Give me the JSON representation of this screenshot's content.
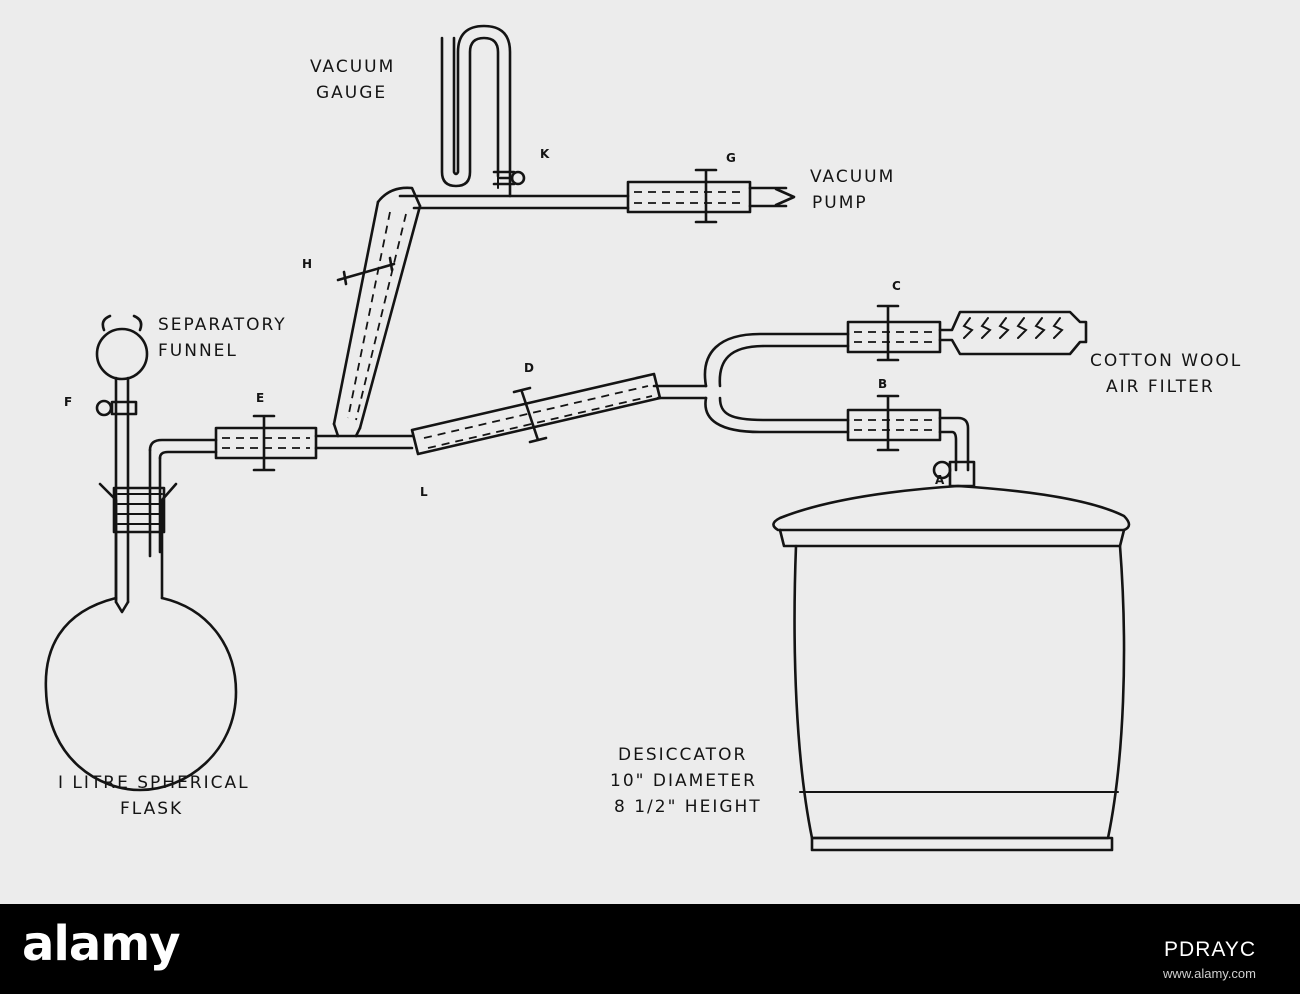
{
  "diagram": {
    "labels": {
      "vacuum_gauge": [
        "VACUUM",
        "GAUGE"
      ],
      "vacuum_pump": [
        "VACUUM",
        "PUMP"
      ],
      "separatory_funnel": [
        "SEPARATORY",
        "FUNNEL"
      ],
      "cotton_wool_air_filter": [
        "COTTON WOOL",
        "AIR FILTER"
      ],
      "flask": [
        "I LITRE SPHERICAL",
        "FLASK"
      ],
      "desiccator": [
        "DESICCATOR",
        "10\" DIAMETER",
        "8 1/2\" HEIGHT"
      ]
    },
    "letters": {
      "a": "A",
      "b": "B",
      "c": "C",
      "d": "D",
      "e": "E",
      "f": "F",
      "g": "G",
      "h": "H",
      "k": "K",
      "l": "L"
    }
  },
  "stock": {
    "logo": "alamy",
    "image_id": "PDRAYC",
    "url": "www.alamy.com"
  },
  "colors": {
    "paper": "#ececec",
    "ink": "#141414",
    "banner": "#000000"
  }
}
